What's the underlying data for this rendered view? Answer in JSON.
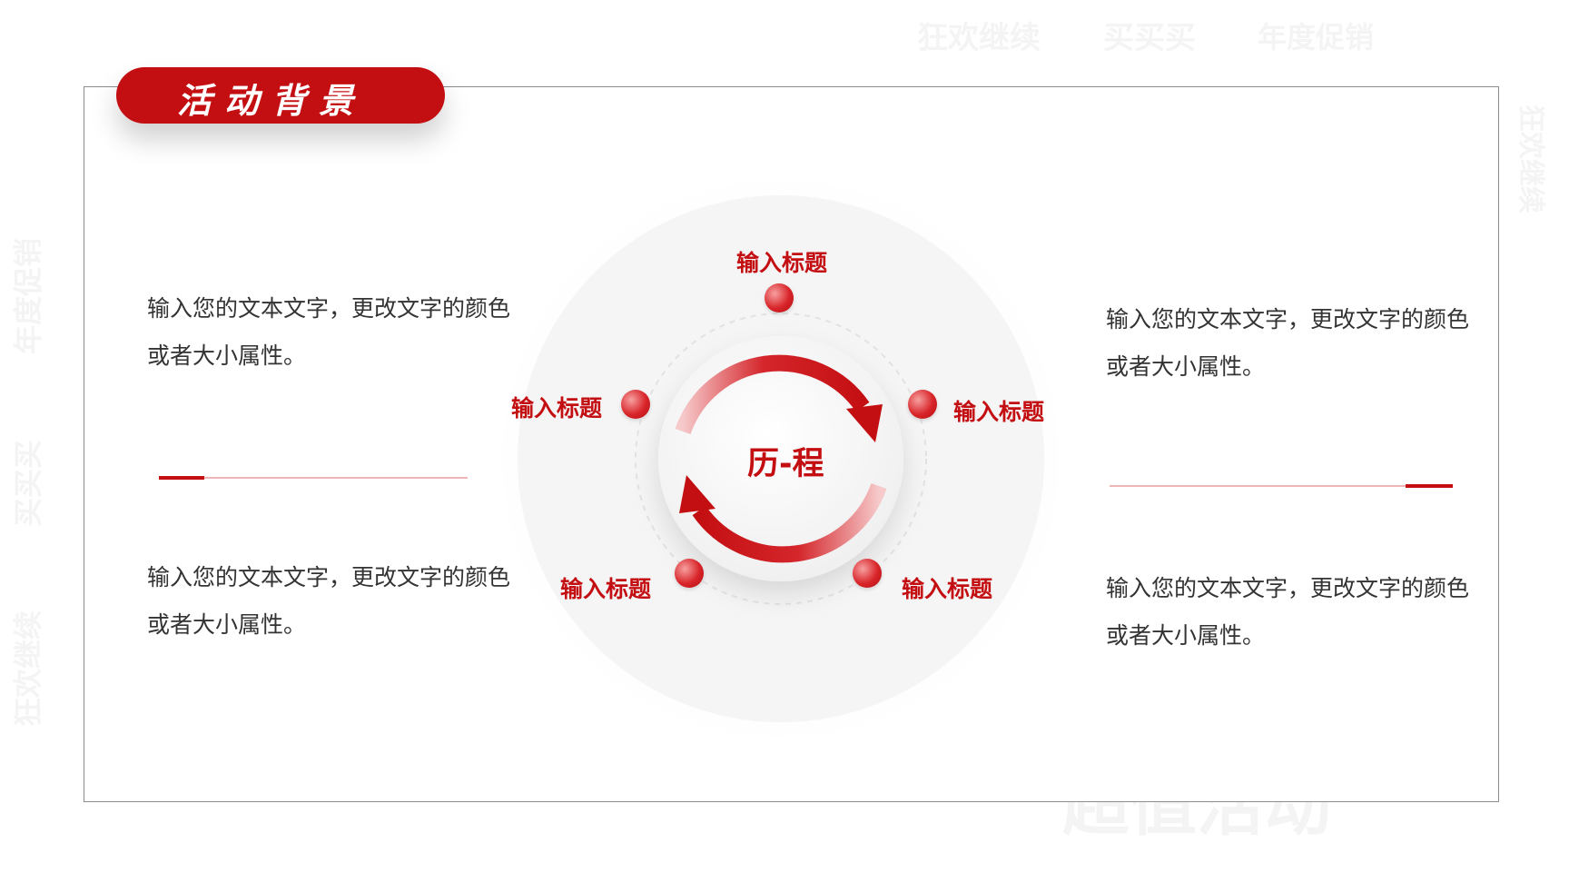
{
  "header": {
    "title": "活动背景"
  },
  "background_words": [
    "年度促销",
    "狂欢继续",
    "买买买",
    "超值活动",
    "年度促销",
    "狂欢继续",
    "买买买",
    "狂欢继续"
  ],
  "cycle": {
    "center_label": "历-程",
    "nodes": [
      {
        "label": "输入标题"
      },
      {
        "label": "输入标题"
      },
      {
        "label": "输入标题"
      },
      {
        "label": "输入标题"
      },
      {
        "label": "输入标题"
      }
    ]
  },
  "left_texts": [
    {
      "text": "输入您的文本文字，更改文字的颜色或者大小属性。"
    },
    {
      "text": "输入您的文本文字，更改文字的颜色或者大小属性。"
    }
  ],
  "right_texts": [
    {
      "text": "输入您的文本文字，更改文字的颜色或者大小属性。"
    },
    {
      "text": "输入您的文本文字，更改文字的颜色或者大小属性。"
    }
  ],
  "colors": {
    "accent": "#c40f12",
    "text": "#333333",
    "frame": "#8c8c8c",
    "watermark": "#f4f4f4"
  }
}
